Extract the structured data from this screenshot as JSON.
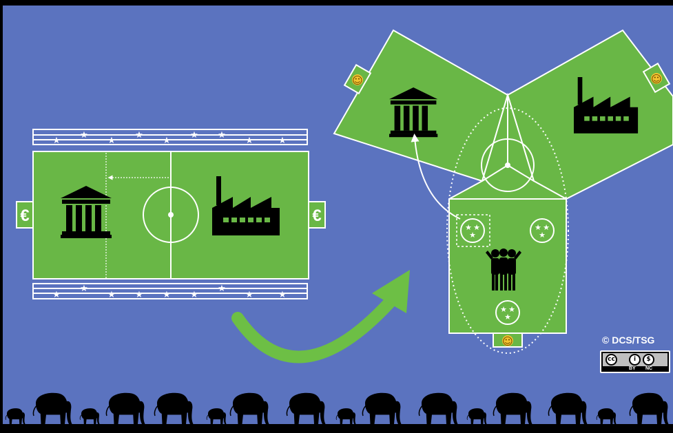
{
  "copyright": "© DCS/TSG",
  "license": {
    "cc_mark": "cc",
    "by_label": "BY",
    "nc_label": "NC",
    "icon_names": [
      "cc-icon",
      "attribution-icon",
      "noncommercial-icon"
    ]
  },
  "symbols": {
    "currency": "€",
    "star": "★",
    "smiley": "☺"
  },
  "colors": {
    "background": "#5b73bf",
    "field": "#69b746",
    "line": "#ffffff",
    "arrow": "#6dbf45",
    "silhouette": "#000000"
  }
}
